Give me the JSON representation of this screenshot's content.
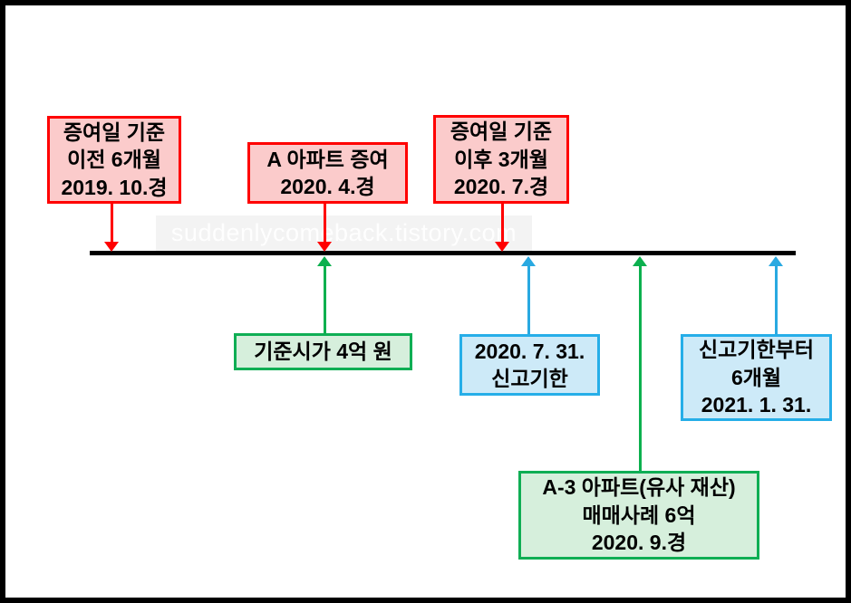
{
  "diagram": {
    "title_semantic": "gift-tax-valuation-timeline",
    "watermark": "suddenlycomeback.tistory.com",
    "colors": {
      "red_border": "#ff0000",
      "red_fill": "#fbcbcb",
      "green_border": "#0fae54",
      "green_fill": "#d6efdc",
      "blue_border": "#26aee8",
      "blue_fill": "#cdeaf8",
      "timeline": "#000000",
      "watermark_strip": "#f3f3f3"
    },
    "boxes": {
      "gift_before": {
        "lines": [
          "증여일 기준",
          "이전 6개월",
          "2019. 10.경"
        ]
      },
      "gift_event": {
        "lines": [
          "A 아파트 증여",
          "2020. 4.경"
        ]
      },
      "gift_after": {
        "lines": [
          "증여일 기준",
          "이후 3개월",
          "2020. 7.경"
        ]
      },
      "standard_price": {
        "lines": [
          "기준시가 4억 원"
        ]
      },
      "filing_deadline": {
        "lines": [
          "2020. 7. 31.",
          "신고기한"
        ]
      },
      "after_deadline": {
        "lines": [
          "신고기한부터",
          "6개월",
          "2021. 1. 31."
        ]
      },
      "similar_sale": {
        "lines": [
          "A-3 아파트(유사 재산)",
          "매매사례 6억",
          "2020. 9.경"
        ]
      }
    }
  }
}
